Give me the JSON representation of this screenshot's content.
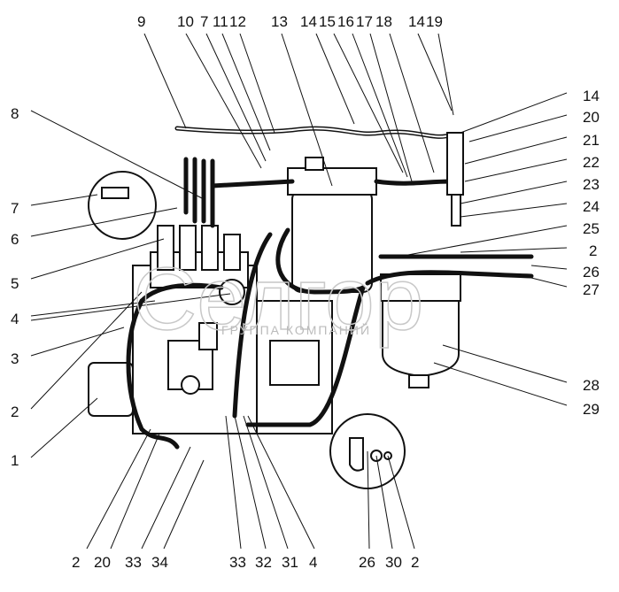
{
  "labels": {
    "top": [
      "9",
      "10",
      "7",
      "11",
      "12",
      "13",
      "14",
      "15",
      "16",
      "17",
      "18",
      "14",
      "19"
    ],
    "right": [
      "14",
      "20",
      "21",
      "22",
      "23",
      "24",
      "25",
      "2",
      "26",
      "27",
      "28",
      "29"
    ],
    "left": [
      "8",
      "7",
      "6",
      "5",
      "4",
      "3",
      "2",
      "1"
    ],
    "bottom": [
      "2",
      "20",
      "33",
      "34",
      "33",
      "32",
      "31",
      "4",
      "26",
      "30",
      "2"
    ]
  },
  "watermark": {
    "brand": "Селгор",
    "subtitle": "ГРУППА КОМПАНИЙ"
  }
}
